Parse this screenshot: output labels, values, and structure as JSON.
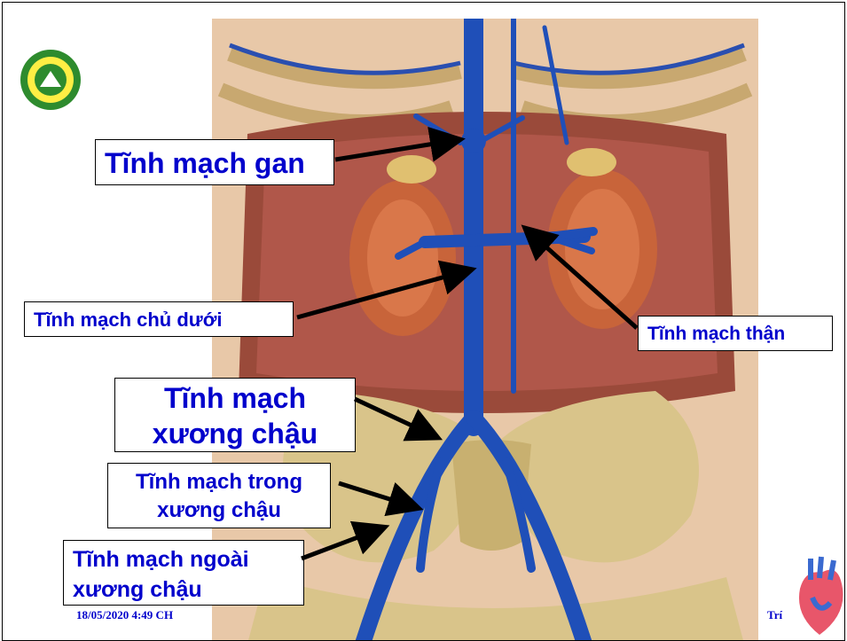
{
  "labels": {
    "hepatic_vein": "Tĩnh mạch gan",
    "inferior_vena_cava": "Tĩnh mạch chủ dưới",
    "renal_vein": "Tĩnh mạch thận",
    "iliac_vein_line1": "Tĩnh mạch",
    "iliac_vein_line2": "xương chậu",
    "internal_iliac_line1": "Tĩnh mạch trong",
    "internal_iliac_line2": "xương chậu",
    "external_iliac_line1": "Tĩnh mạch ngoài",
    "external_iliac_line2": "xương chậu"
  },
  "footer": {
    "date": "18/05/2020 4:49 CH",
    "author_fragment": "Trí"
  },
  "colors": {
    "label_text": "#0000cc",
    "vein": "#1f4fb8",
    "kidney": "#c8643a",
    "background_tissue": "#9a4a3a",
    "bone": "#d9c48a"
  }
}
